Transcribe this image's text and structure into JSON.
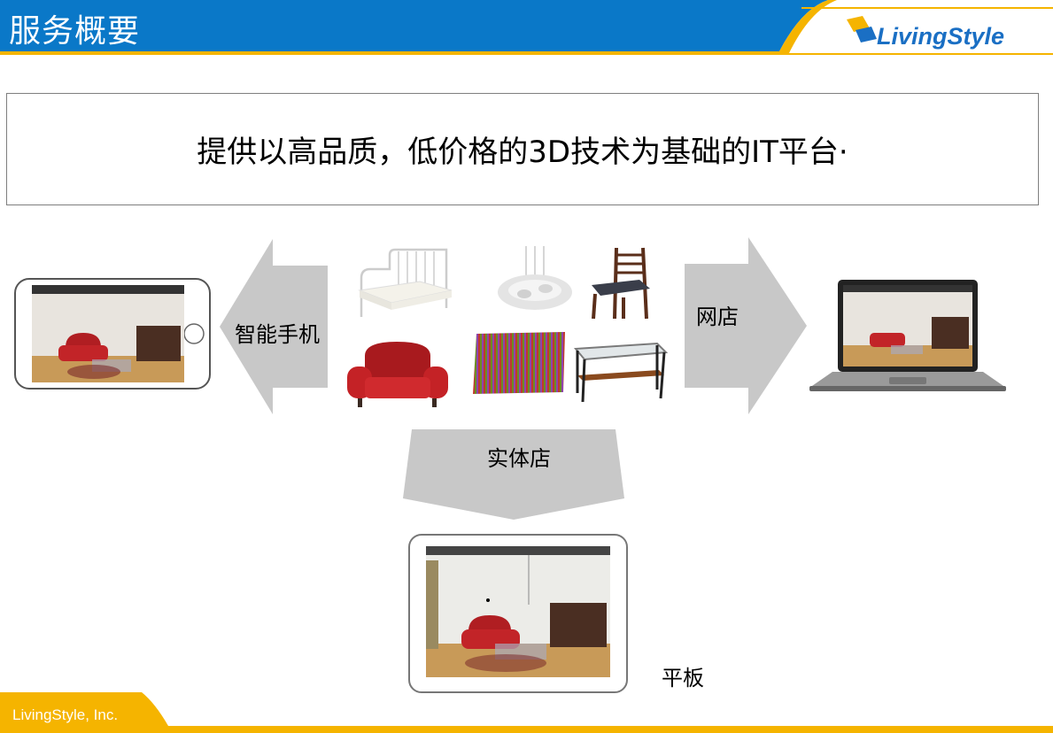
{
  "header": {
    "title": "服务概要",
    "logo_text": "LivingStyle"
  },
  "headline": "提供以高品质，低价格的3D技术为基础的IT平台·",
  "channels": {
    "smartphone": "智能手机",
    "online_store": "网店",
    "physical_store": "实体店",
    "tablet": "平板"
  },
  "footer": {
    "company": "LivingStyle, Inc."
  },
  "colors": {
    "header_blue": "#0a78c8",
    "accent_yellow": "#f5b400",
    "arrow_gray": "#c8c8c8"
  }
}
